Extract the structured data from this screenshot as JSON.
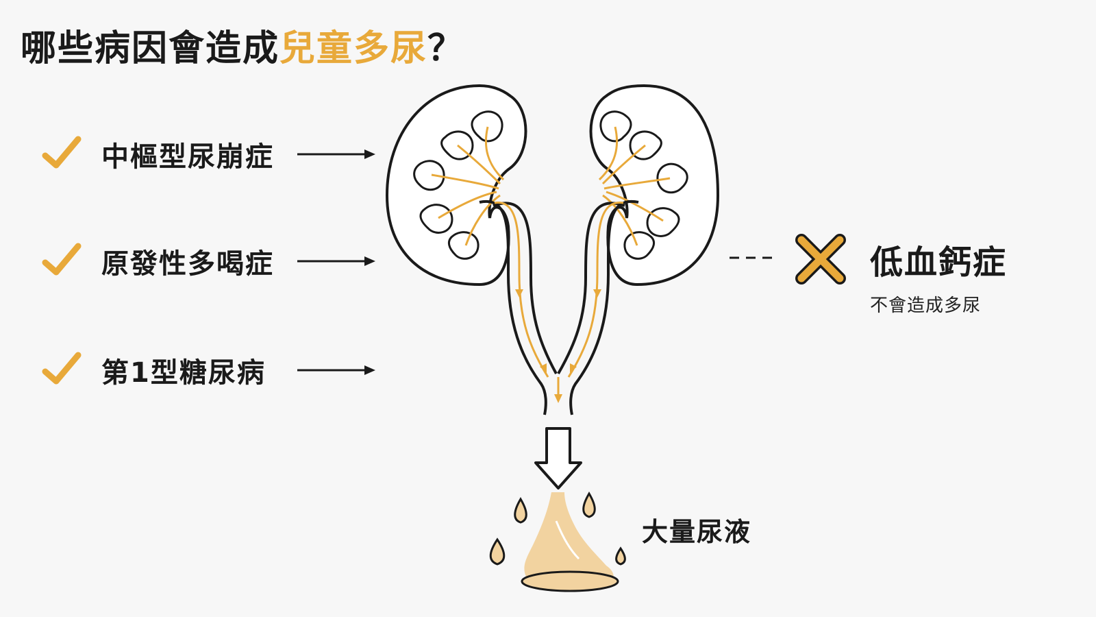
{
  "title": {
    "prefix": "哪些病因會造成",
    "highlight": "兒童多尿",
    "suffix": "？"
  },
  "causes": [
    {
      "label": "中樞型尿崩症",
      "icon": "check-icon"
    },
    {
      "label": "原發性多喝症",
      "icon": "check-icon"
    },
    {
      "label": "第1型糖尿病",
      "icon": "check-icon"
    }
  ],
  "not_cause": {
    "label": "低血鈣症",
    "note": "不會造成多尿",
    "icon": "x-mark-icon"
  },
  "output": {
    "label": "大量尿液"
  },
  "colors": {
    "accent": "#e8a93a",
    "urine_fill": "#f2d3a0",
    "outline": "#1a1a1a",
    "background": "#f7f7f7"
  }
}
